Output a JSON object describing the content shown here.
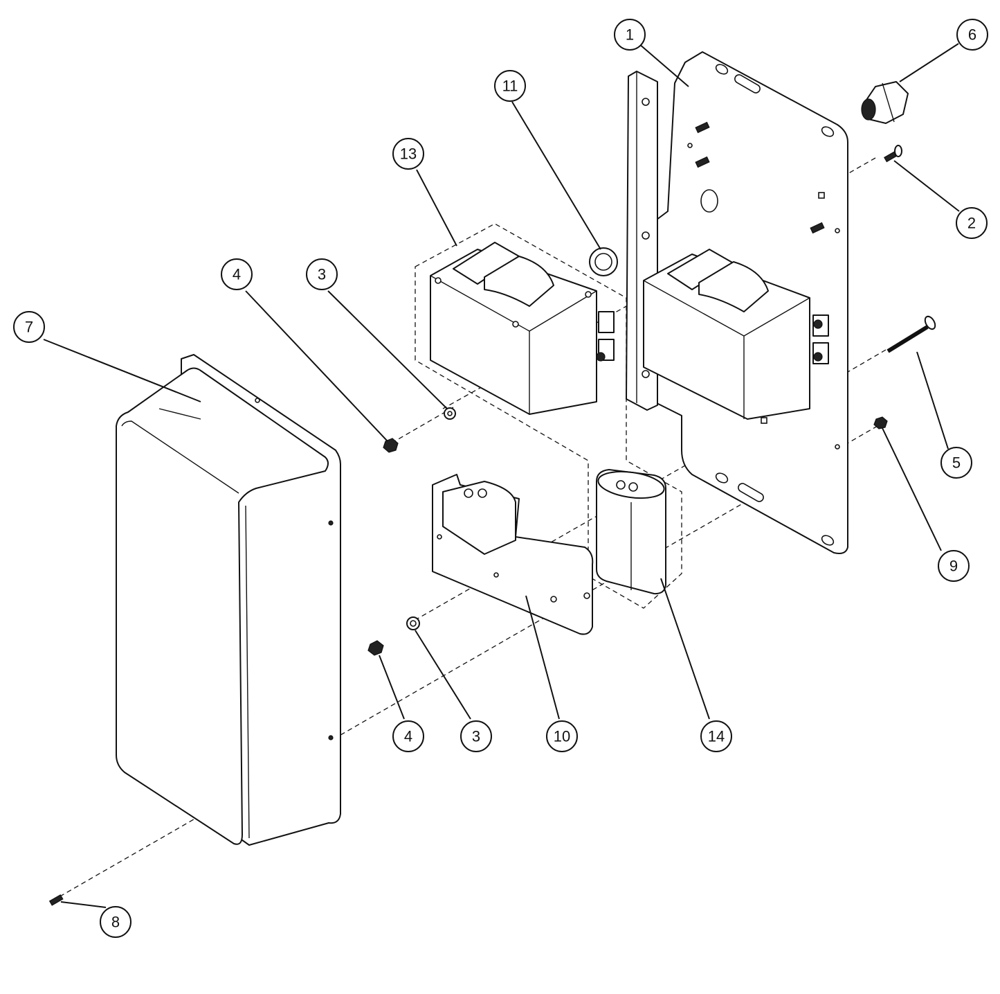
{
  "balloons": [
    {
      "id": "b1",
      "label": "1"
    },
    {
      "id": "b6",
      "label": "6"
    },
    {
      "id": "b11",
      "label": "11"
    },
    {
      "id": "b13",
      "label": "13"
    },
    {
      "id": "b2",
      "label": "2"
    },
    {
      "id": "b4a",
      "label": "4"
    },
    {
      "id": "b3a",
      "label": "3"
    },
    {
      "id": "b7",
      "label": "7"
    },
    {
      "id": "b5",
      "label": "5"
    },
    {
      "id": "b9",
      "label": "9"
    },
    {
      "id": "b4b",
      "label": "4"
    },
    {
      "id": "b3b",
      "label": "3"
    },
    {
      "id": "b10",
      "label": "10"
    },
    {
      "id": "b14",
      "label": "14"
    },
    {
      "id": "b8",
      "label": "8"
    }
  ],
  "colors": {
    "line": "#111111",
    "background": "#ffffff",
    "fastener": "#222222"
  }
}
